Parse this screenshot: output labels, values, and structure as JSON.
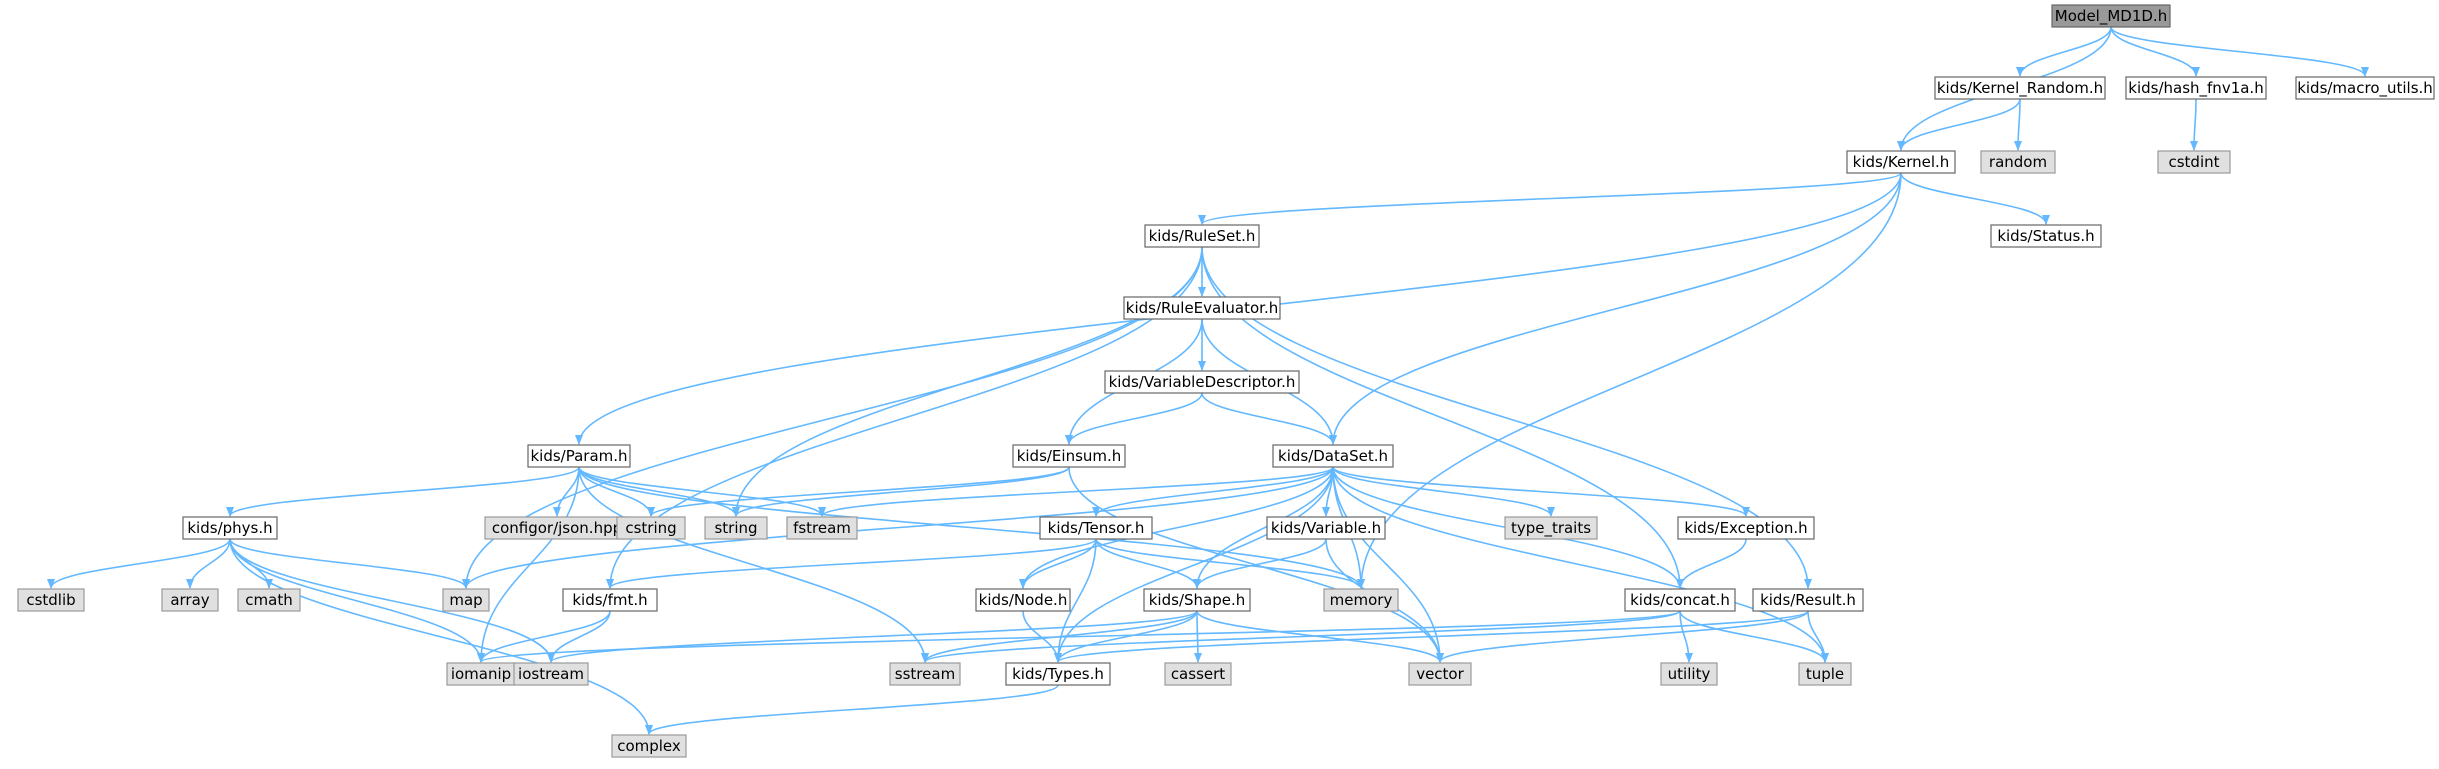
{
  "colors": {
    "root_fill": "#999999",
    "root_stroke": "#666666",
    "local_fill": "#ffffff",
    "local_stroke": "#666666",
    "system_fill": "#e0e0e0",
    "system_stroke": "#999999",
    "edge": "#63b8ff"
  },
  "nodes": [
    {
      "id": "model",
      "label": "Model_MD1D.h",
      "kind": "root"
    },
    {
      "id": "kernel_random",
      "label": "kids/Kernel_Random.h",
      "kind": "local"
    },
    {
      "id": "hash",
      "label": "kids/hash_fnv1a.h",
      "kind": "local"
    },
    {
      "id": "macro",
      "label": "kids/macro_utils.h",
      "kind": "local"
    },
    {
      "id": "kernel",
      "label": "kids/Kernel.h",
      "kind": "local"
    },
    {
      "id": "random",
      "label": "random",
      "kind": "system"
    },
    {
      "id": "cstdint",
      "label": "cstdint",
      "kind": "system"
    },
    {
      "id": "ruleset",
      "label": "kids/RuleSet.h",
      "kind": "local"
    },
    {
      "id": "status",
      "label": "kids/Status.h",
      "kind": "local"
    },
    {
      "id": "ruleeval",
      "label": "kids/RuleEvaluator.h",
      "kind": "local"
    },
    {
      "id": "vardesc",
      "label": "kids/VariableDescriptor.h",
      "kind": "local"
    },
    {
      "id": "param",
      "label": "kids/Param.h",
      "kind": "local"
    },
    {
      "id": "einsum",
      "label": "kids/Einsum.h",
      "kind": "local"
    },
    {
      "id": "dataset",
      "label": "kids/DataSet.h",
      "kind": "local"
    },
    {
      "id": "phys",
      "label": "kids/phys.h",
      "kind": "local"
    },
    {
      "id": "json",
      "label": "configor/json.hpp",
      "kind": "system"
    },
    {
      "id": "cstring",
      "label": "cstring",
      "kind": "system"
    },
    {
      "id": "string",
      "label": "string",
      "kind": "system"
    },
    {
      "id": "fstream",
      "label": "fstream",
      "kind": "system"
    },
    {
      "id": "tensor",
      "label": "kids/Tensor.h",
      "kind": "local"
    },
    {
      "id": "variable",
      "label": "kids/Variable.h",
      "kind": "local"
    },
    {
      "id": "type_traits",
      "label": "type_traits",
      "kind": "system"
    },
    {
      "id": "exception",
      "label": "kids/Exception.h",
      "kind": "local"
    },
    {
      "id": "cstdlib",
      "label": "cstdlib",
      "kind": "system"
    },
    {
      "id": "array",
      "label": "array",
      "kind": "system"
    },
    {
      "id": "cmath",
      "label": "cmath",
      "kind": "system"
    },
    {
      "id": "map",
      "label": "map",
      "kind": "system"
    },
    {
      "id": "fmt",
      "label": "kids/fmt.h",
      "kind": "local"
    },
    {
      "id": "node",
      "label": "kids/Node.h",
      "kind": "local"
    },
    {
      "id": "shape",
      "label": "kids/Shape.h",
      "kind": "local"
    },
    {
      "id": "memory",
      "label": "memory",
      "kind": "system"
    },
    {
      "id": "concat",
      "label": "kids/concat.h",
      "kind": "local"
    },
    {
      "id": "result",
      "label": "kids/Result.h",
      "kind": "local"
    },
    {
      "id": "iomanip",
      "label": "iomanip",
      "kind": "system"
    },
    {
      "id": "iostream",
      "label": "iostream",
      "kind": "system"
    },
    {
      "id": "sstream",
      "label": "sstream",
      "kind": "system"
    },
    {
      "id": "types",
      "label": "kids/Types.h",
      "kind": "local"
    },
    {
      "id": "cassert",
      "label": "cassert",
      "kind": "system"
    },
    {
      "id": "vector",
      "label": "vector",
      "kind": "system"
    },
    {
      "id": "utility",
      "label": "utility",
      "kind": "system"
    },
    {
      "id": "tuple",
      "label": "tuple",
      "kind": "system"
    },
    {
      "id": "complex",
      "label": "complex",
      "kind": "system"
    }
  ],
  "edges": [
    [
      "model",
      "kernel"
    ],
    [
      "model",
      "kernel_random"
    ],
    [
      "model",
      "hash"
    ],
    [
      "model",
      "macro"
    ],
    [
      "kernel_random",
      "kernel"
    ],
    [
      "kernel_random",
      "random"
    ],
    [
      "hash",
      "cstdint"
    ],
    [
      "kernel",
      "ruleset"
    ],
    [
      "kernel",
      "status"
    ],
    [
      "kernel",
      "param"
    ],
    [
      "kernel",
      "dataset"
    ],
    [
      "kernel",
      "memory"
    ],
    [
      "ruleset",
      "ruleeval"
    ],
    [
      "ruleset",
      "map"
    ],
    [
      "ruleset",
      "fmt"
    ],
    [
      "ruleset",
      "string"
    ],
    [
      "ruleset",
      "concat"
    ],
    [
      "ruleset",
      "result"
    ],
    [
      "ruleeval",
      "vardesc"
    ],
    [
      "ruleeval",
      "einsum"
    ],
    [
      "ruleeval",
      "dataset"
    ],
    [
      "vardesc",
      "einsum"
    ],
    [
      "vardesc",
      "dataset"
    ],
    [
      "param",
      "phys"
    ],
    [
      "param",
      "json"
    ],
    [
      "param",
      "cstring"
    ],
    [
      "param",
      "string"
    ],
    [
      "param",
      "fstream"
    ],
    [
      "param",
      "memory"
    ],
    [
      "param",
      "iomanip"
    ],
    [
      "param",
      "sstream"
    ],
    [
      "einsum",
      "cstring"
    ],
    [
      "einsum",
      "string"
    ],
    [
      "einsum",
      "vector"
    ],
    [
      "dataset",
      "tensor"
    ],
    [
      "dataset",
      "variable"
    ],
    [
      "dataset",
      "type_traits"
    ],
    [
      "dataset",
      "exception"
    ],
    [
      "dataset",
      "node"
    ],
    [
      "dataset",
      "shape"
    ],
    [
      "dataset",
      "memory"
    ],
    [
      "dataset",
      "map"
    ],
    [
      "dataset",
      "fstream"
    ],
    [
      "dataset",
      "concat"
    ],
    [
      "dataset",
      "types"
    ],
    [
      "dataset",
      "vector"
    ],
    [
      "dataset",
      "tuple"
    ],
    [
      "phys",
      "cstdlib"
    ],
    [
      "phys",
      "array"
    ],
    [
      "phys",
      "cmath"
    ],
    [
      "phys",
      "map"
    ],
    [
      "phys",
      "iomanip"
    ],
    [
      "phys",
      "iostream"
    ],
    [
      "phys",
      "complex"
    ],
    [
      "tensor",
      "fmt"
    ],
    [
      "tensor",
      "node"
    ],
    [
      "tensor",
      "shape"
    ],
    [
      "tensor",
      "memory"
    ],
    [
      "tensor",
      "types"
    ],
    [
      "variable",
      "shape"
    ],
    [
      "variable",
      "vector"
    ],
    [
      "exception",
      "concat"
    ],
    [
      "fmt",
      "iomanip"
    ],
    [
      "fmt",
      "iostream"
    ],
    [
      "node",
      "types"
    ],
    [
      "shape",
      "types"
    ],
    [
      "shape",
      "cassert"
    ],
    [
      "shape",
      "vector"
    ],
    [
      "shape",
      "iostream"
    ],
    [
      "shape",
      "sstream"
    ],
    [
      "concat",
      "utility"
    ],
    [
      "concat",
      "tuple"
    ],
    [
      "concat",
      "sstream"
    ],
    [
      "concat",
      "iomanip"
    ],
    [
      "result",
      "tuple"
    ],
    [
      "result",
      "vector"
    ],
    [
      "result",
      "types"
    ],
    [
      "types",
      "complex"
    ]
  ]
}
